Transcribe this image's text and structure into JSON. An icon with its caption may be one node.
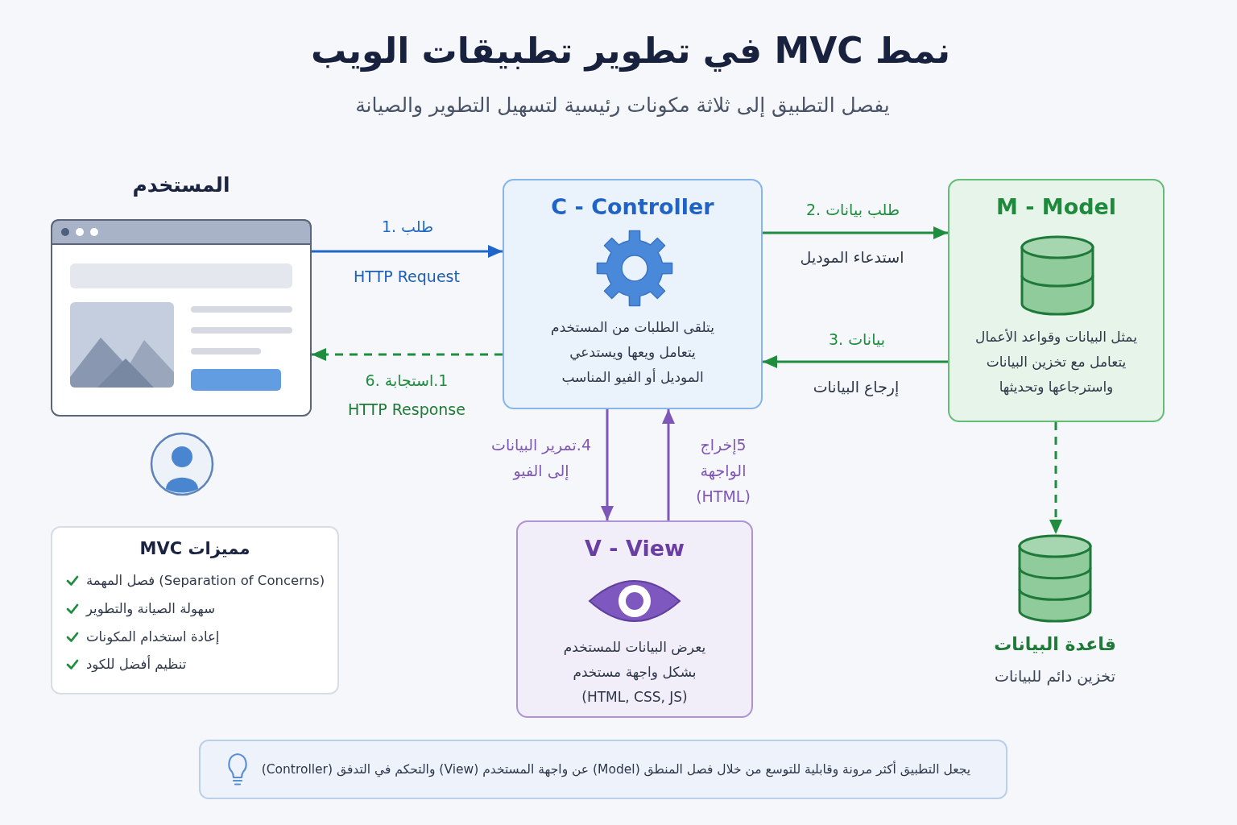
{
  "diagram": {
    "title": "نمط MVC في تطوير تطبيقات الويب",
    "nodes": [
      {
        "text": [
          "المستخدم"
        ]
      },
      {
        "text": [
          "C - Controller",
          "يتلقى الطلبات من المستخدم يتعامل ويعها ويستدعي الموديل أو الفيو المناسب"
        ]
      },
      {
        "text": [
          "M - Model",
          "يمثل البيانات وقواعد الأعمال يتعامل مع تخزين البيانات واسترجاعها وتحديثها"
        ]
      },
      {
        "text": [
          "V - View",
          "يعرض البيانات للمستخدم بشكل واجهة مستخدم (HTML, CSS, JS)"
        ]
      },
      {
        "text": [
          "قاعدة البيانات",
          "تخزين دائم للبيانات"
        ]
      },
      {
        "text": [
          "مميزات MVC",
          "فصل المهمة (Separation of Concerns)",
          "سهولة الصيانة والتطوير",
          "إعادة استخدام المكونات",
          "تنظيم أفضل للكود"
        ]
      },
      {
        "text": [
          "يجعل التطبيق أكثر مرونة وقابلية للتوسع من خلال فصل المنطق (Model) عن واجهة المستخدم (View) والتحكم في التدفق (Controller)"
        ]
      }
    ],
    "edges": [
      {
        "from": 0,
        "to": 1,
        "arrow": "to",
        "label": "1. طلب",
        "color": "#1f66c9"
      },
      {
        "from": 1,
        "to": 0,
        "arrow": "to",
        "label": "1.استجابة .6",
        "style": "dashed",
        "color": "#1e8e3e"
      },
      {
        "from": 1,
        "to": 2,
        "arrow": "to",
        "label": "2. طلب بيانات",
        "color": "#1e8e3e"
      },
      {
        "from": 2,
        "to": 1,
        "arrow": "to",
        "label": "3. بيانات",
        "color": "#1e8e3e"
      },
      {
        "from": 1,
        "to": 3,
        "arrow": "to",
        "label": "4.تمرير البيانات إلى الفيو",
        "color": "#7e57b8"
      },
      {
        "from": 3,
        "to": 1,
        "arrow": "to",
        "label": "5إخراج الواجهة (HTML)",
        "color": "#7e57b8"
      },
      {
        "from": 2,
        "to": 4,
        "arrow": "to",
        "style": "dashed",
        "color": "#1e8e3e"
      }
    ],
    "labels": [
      "يفصل التطبيق إلى ثلاثة مكونات رئيسية لتسهيل التطوير والصيانة",
      "HTTP Request",
      "استدعاء الموديل",
      "إرجاع البيانات",
      "HTTP Response"
    ]
  }
}
